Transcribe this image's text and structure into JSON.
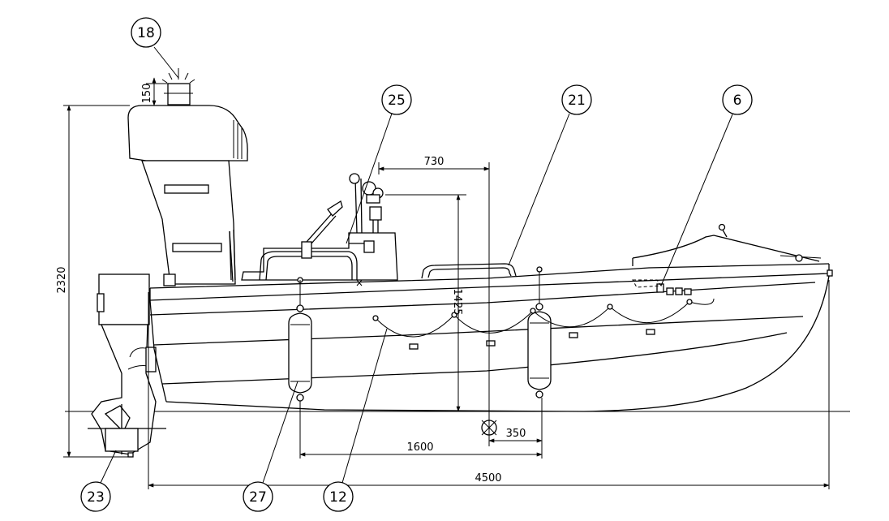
{
  "drawing": {
    "dimensions": {
      "overall_length": "4500",
      "overall_height": "2320",
      "light_height": "150",
      "console_offset": "730",
      "depth": "1425",
      "cg_longitudinal": "1600",
      "cg_offset": "350"
    },
    "balloons": {
      "light": "18",
      "steering_console": "25",
      "grab_rail": "21",
      "deck_fitting": "6",
      "outboard_propeller": "23",
      "fender": "27",
      "lifeline": "12"
    }
  }
}
